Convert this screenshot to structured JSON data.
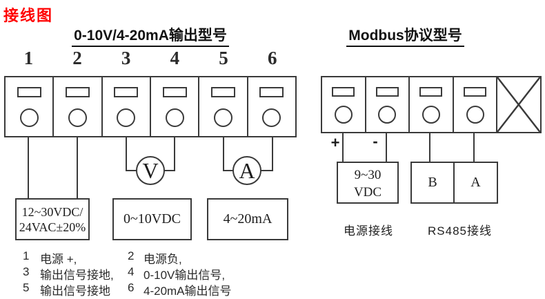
{
  "page": {
    "title": "接线图"
  },
  "left_diagram": {
    "title": "0-10V/4-20mA输出型号",
    "terminal_numbers": [
      "1",
      "2",
      "3",
      "4",
      "5",
      "6"
    ],
    "voltmeter_symbol": "V",
    "ammeter_symbol": "A",
    "power_box_line1": "12~30VDC/",
    "power_box_line2": "24VAC±20%",
    "voltage_box": "0~10VDC",
    "current_box": "4~20mA"
  },
  "right_diagram": {
    "title": "Modbus协议型号",
    "plus": "+",
    "minus": "-",
    "power_box_line1": "9~30",
    "power_box_line2": "VDC",
    "rs485_b": "B",
    "rs485_a": "A",
    "power_label": "电源接线",
    "rs485_label": "RS485接线"
  },
  "legend": {
    "rows": [
      {
        "num1": "1",
        "label1": "电源 +,",
        "num2": "2",
        "label2": "电源负,"
      },
      {
        "num1": "3",
        "label1": "输出信号接地,",
        "num2": "4",
        "label2": "0-10V输出信号,"
      },
      {
        "num1": "5",
        "label1": "输出信号接地",
        "num2": "6",
        "label2": "4-20mA输出信号"
      }
    ]
  },
  "colors": {
    "line": "#3a3a3a",
    "title_red": "#ff0000"
  }
}
